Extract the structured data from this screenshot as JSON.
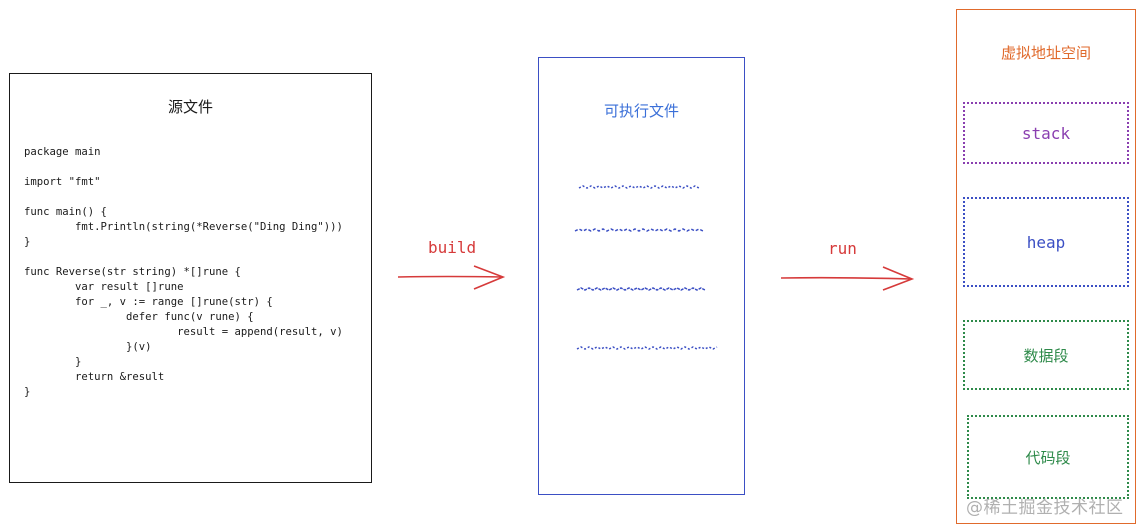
{
  "source": {
    "title": "源文件",
    "code": "package main\n\nimport \"fmt\"\n\nfunc main() {\n        fmt.Println(string(*Reverse(\"Ding Ding\")))\n}\n\nfunc Reverse(str string) *[]rune {\n        var result []rune\n        for _, v := range []rune(str) {\n                defer func(v rune) {\n                        result = append(result, v)\n                }(v)\n        }\n        return &result\n}"
  },
  "arrows": {
    "build": "build",
    "run": "run"
  },
  "executable": {
    "title": "可执行文件"
  },
  "memory": {
    "title": "虚拟地址空间",
    "segments": [
      {
        "label": "stack",
        "color": "#8a3fb0"
      },
      {
        "label": "heap",
        "color": "#3b4fc4"
      },
      {
        "label": "数据段",
        "color": "#2e8a4a"
      },
      {
        "label": "代码段",
        "color": "#2e8a4a"
      }
    ]
  },
  "colors": {
    "source_border": "#1a1a1a",
    "exe_border": "#3b4fc4",
    "vm_border": "#e06a2c",
    "arrow": "#d63a3a"
  },
  "watermark": "@稀土掘金技术社区"
}
